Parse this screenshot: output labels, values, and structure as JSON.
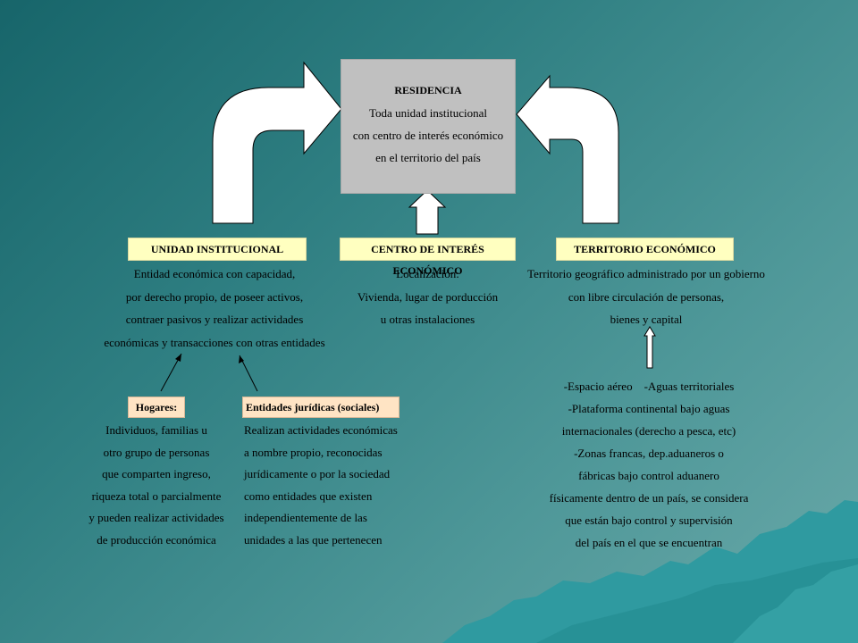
{
  "residencia": {
    "title": "RESIDENCIA",
    "lines": [
      "Toda unidad institucional",
      "con centro de interés económico",
      "en el territorio del país"
    ]
  },
  "unidad": {
    "title": "UNIDAD INSTITUCIONAL",
    "lines": [
      "Entidad económica con capacidad,",
      "por derecho propio, de poseer activos,",
      "contraer pasivos y realizar actividades",
      "económicas y transacciones con otras entidades"
    ]
  },
  "centro": {
    "title": "CENTRO DE INTERÉS ECONÓMICO",
    "lines": [
      "Localización:",
      "Vivienda, lugar de porducción",
      "u otras instalaciones"
    ]
  },
  "territorio": {
    "title": "TERRITORIO ECONÓMICO",
    "lines": [
      "Territorio geográfico administrado por un gobierno",
      "con libre circulación de personas,",
      "bienes y capital"
    ]
  },
  "hogares": {
    "title": "Hogares:",
    "lines": [
      "Individuos, familias u",
      "otro grupo de personas",
      "que comparten ingreso,",
      "riqueza total o parcialmente",
      "y pueden realizar actividades",
      "de producción económica"
    ]
  },
  "entidades": {
    "title": "Entidades jurídicas (sociales)",
    "lines": [
      "Realizan actividades económicas",
      "a nombre propio, reconocidas",
      "jurídicamente o por la sociedad",
      "como entidades que existen",
      "independientemente de las",
      "unidades a las que pertenecen"
    ]
  },
  "territorio_detalle": {
    "lines": [
      "-Espacio aéreo    -Aguas territoriales",
      "-Plataforma continental bajo aguas",
      "internacionales (derecho a pesca, etc)",
      "-Zonas francas, dep.aduaneros o",
      "fábricas bajo control aduanero",
      "físicamente dentro de un país, se considera",
      "que están bajo control y supervisión",
      "del país en el que se encuentran"
    ]
  }
}
